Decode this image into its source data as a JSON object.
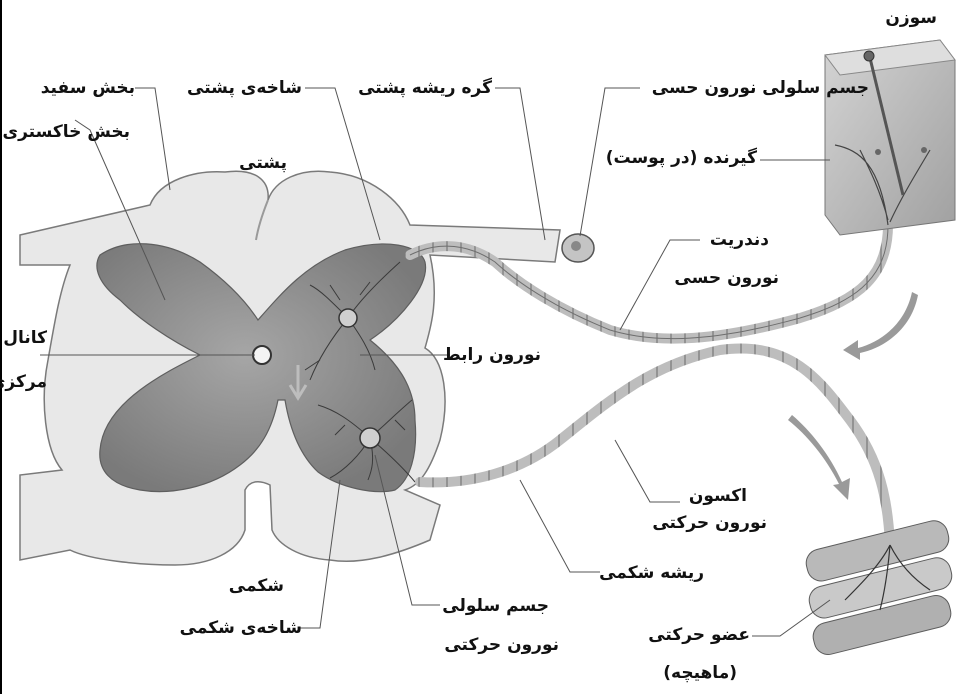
{
  "labels": {
    "needle": "سوزن",
    "white_matter": "بخش سفید",
    "gray_matter": "بخش خاکستری",
    "dorsal_horn": "شاخه‌ی پشتی",
    "dorsal_root_ganglion": "گره ریشه پشتی",
    "sensory_cell_body": "جسم سلولی نورون حسی",
    "dorsal": "پشتی",
    "receptor": "گیرنده (در پوست)",
    "dendrite": "دندریت",
    "sensory_neuron": "نورون حسی",
    "central_canal_1": "کانال",
    "central_canal_2": "مرکزی",
    "interneuron": "نورون رابط",
    "axon": "اکسون",
    "motor_neuron_axon": "نورون حرکتی",
    "ventral_root": "ریشه شکمی",
    "ventral": "شکمی",
    "motor_cell_body_1": "جسم سلولی",
    "motor_cell_body_2": "نورون حرکتی",
    "ventral_horn": "شاخه‌ی شکمی",
    "effector_1": "عضو حرکتی",
    "effector_2": "(ماهیچه)"
  },
  "colors": {
    "white_matter": "#e6e6e6",
    "gray_matter": "#8c8c8c",
    "nerve_fiber": "#a8a8a8",
    "leader_line": "#555555",
    "arrow": "#9a9a9a"
  }
}
